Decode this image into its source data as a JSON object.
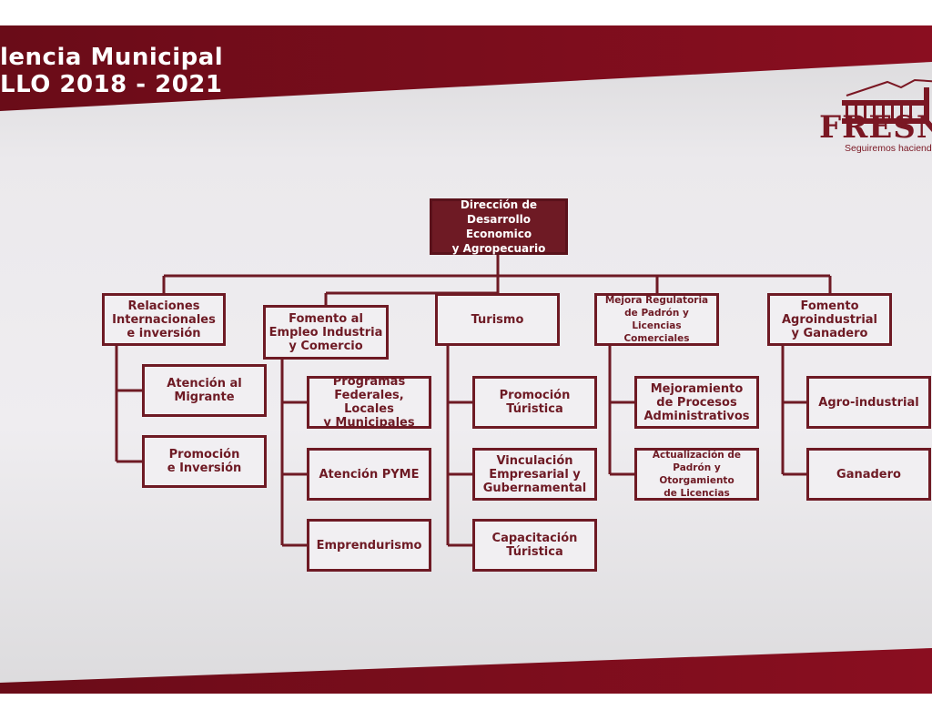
{
  "header": {
    "line1": "lencia Municipal",
    "line2": "LLO 2018 - 2021"
  },
  "logo": {
    "name": "FRESNI",
    "tagline": "Seguiremos haciendo"
  },
  "colors": {
    "primary": "#6e1a24",
    "band": "#84101f"
  },
  "org": {
    "root": "Dirección de\nDesarrollo Economico\ny Agropecuario",
    "departments": [
      {
        "name": "Relaciones\nInternacionales\ne inversión",
        "children": [
          "Atención al\nMigrante",
          "Promoción\ne Inversión"
        ]
      },
      {
        "name": "Fomento al\nEmpleo Industria\ny Comercio",
        "children": [
          "Programas\nFederales, Locales\ny Municipales",
          "Atención PYME",
          "Emprendurismo"
        ]
      },
      {
        "name": "Turismo",
        "children": [
          "Promoción\nTúristica",
          "Vinculación\nEmpresarial y\nGubernamental",
          "Capacitación\nTúristica"
        ]
      },
      {
        "name": "Mejora Regulatoria\nde Padrón y Licencias\nComerciales",
        "children": [
          "Mejoramiento\nde Procesos\nAdministrativos",
          "Actualización de\nPadrón y Otorgamiento\nde Licencias"
        ]
      },
      {
        "name": "Fomento\nAgroindustrial\ny Ganadero",
        "children": [
          "Agro-industrial",
          "Ganadero"
        ]
      }
    ]
  }
}
